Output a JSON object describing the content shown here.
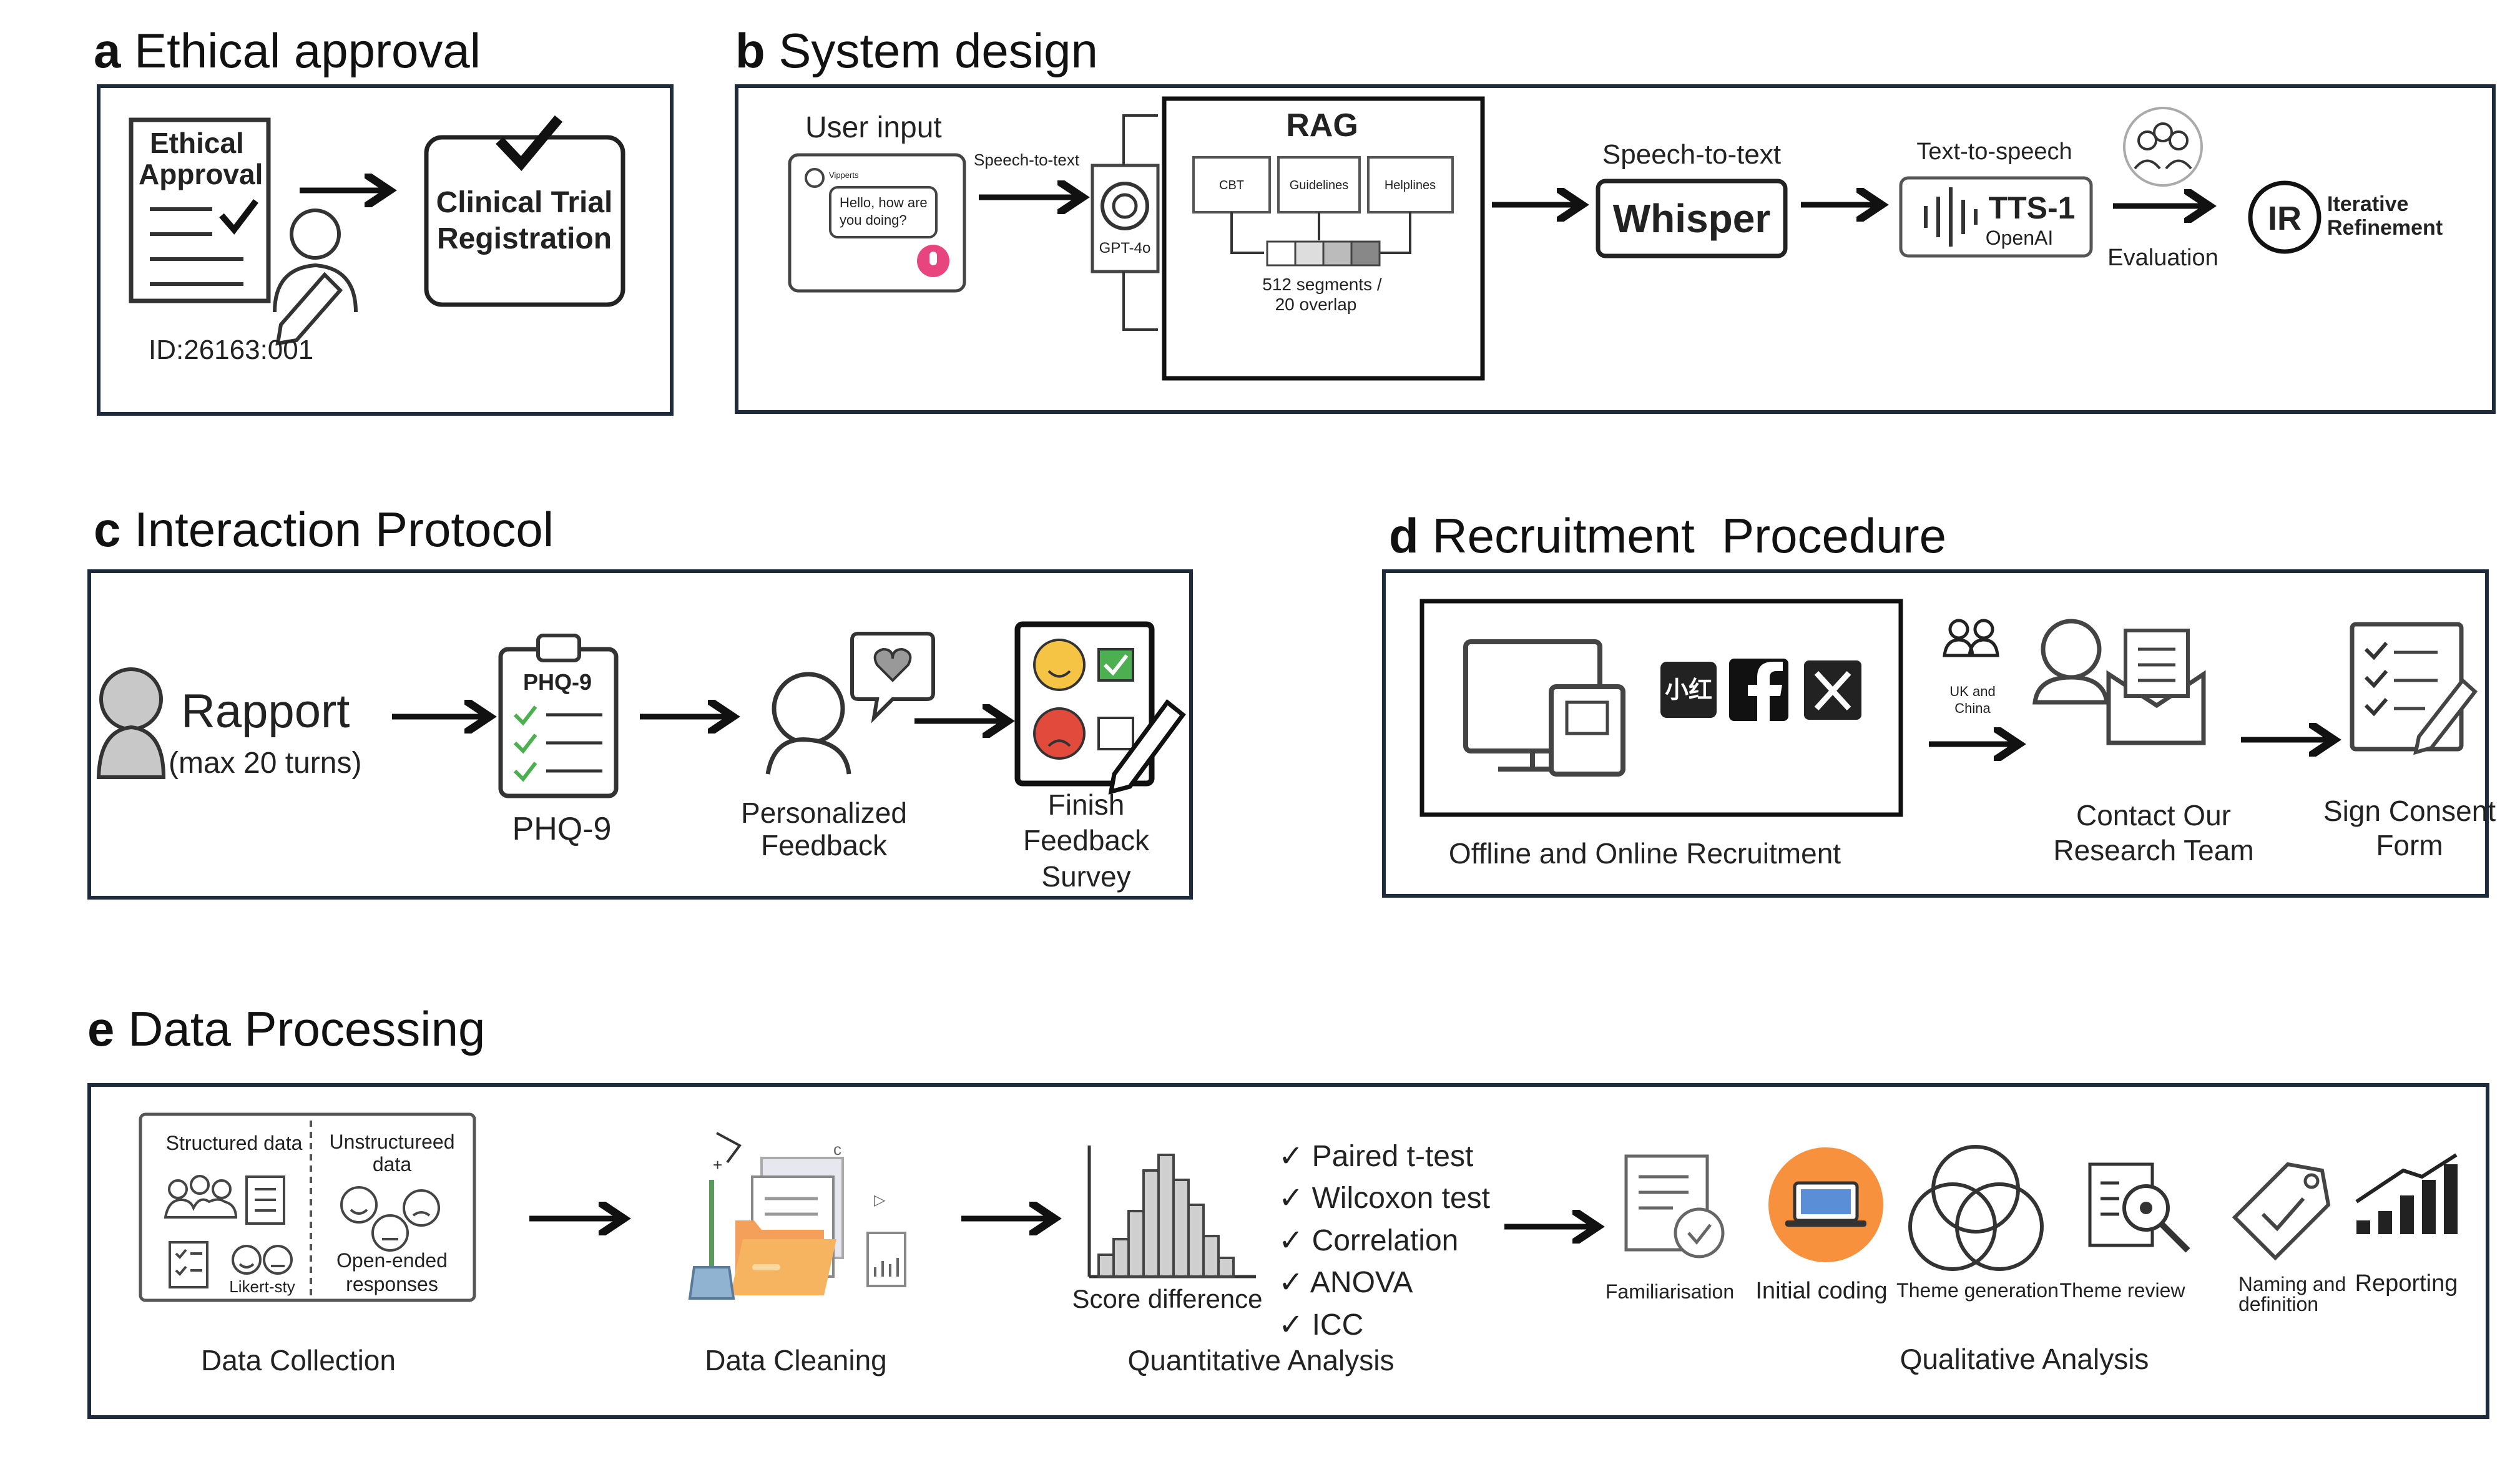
{
  "panels": {
    "a": {
      "letter": "a",
      "title": "Ethical approval",
      "ethical_approval_line1": "Ethical",
      "ethical_approval_line2": "Approval",
      "registration_line1": "Clinical Trial",
      "registration_line2": "Registration",
      "id": "ID:26163:001"
    },
    "b": {
      "letter": "b",
      "title": "System design",
      "user_input": "User input",
      "chat_sender": "Vipperts",
      "chat_message_line1": "Hello, how are",
      "chat_message_line2": "you doing?",
      "speech_to_text_small": "Speech-to-text",
      "gpt": "GPT-4o",
      "rag": "RAG",
      "rag_sources": [
        "CBT",
        "Guidelines",
        "Helplines"
      ],
      "segments_line1": "512 segments /",
      "segments_line2": "20 overlap",
      "speech_to_text": "Speech-to-text",
      "whisper": "Whisper",
      "text_to_speech": "Text-to-speech",
      "tts": "TTS-1",
      "openai": "OpenAI",
      "evaluation": "Evaluation",
      "ir": "IR",
      "iterative_line1": "Iterative",
      "iterative_line2": "Refinement"
    },
    "c": {
      "letter": "c",
      "title": "Interaction Protocol",
      "rapport": "Rapport",
      "max_turns": "(max 20 turns)",
      "phq_clip": "PHQ-9",
      "phq_label": "PHQ-9",
      "feedback_line1": "Personalized",
      "feedback_line2": "Feedback",
      "survey_line1": "Finish",
      "survey_line2": "Feedback",
      "survey_line3": "Survey"
    },
    "d": {
      "letter": "d",
      "title": "Recruitment  Procedure",
      "xiaohongshu": "小红",
      "recruitment": "Offline and Online Recruitment",
      "uk_line1": "UK and",
      "uk_line2": "China",
      "contact_line1": "Contact Our",
      "contact_line2": "Research Team",
      "consent_line1": "Sign Consent",
      "consent_line2": "Form"
    },
    "e": {
      "letter": "e",
      "title": "Data Processing",
      "structured": "Structured data",
      "unstructured_line1": "Unstructureed",
      "unstructured_line2": "data",
      "likert": "Likert-sty",
      "open_ended_line1": "Open-ended",
      "open_ended_line2": "responses",
      "data_collection": "Data Collection",
      "data_cleaning": "Data Cleaning",
      "score_difference": "Score difference",
      "tests": [
        "Paired t-test",
        "Wilcoxon test",
        "Correlation",
        "ANOVA",
        "ICC"
      ],
      "quantitative": "Quantitative Analysis",
      "qual_steps": [
        "Familiarisation",
        "Initial coding",
        "Theme generation",
        "Theme review",
        "Naming and",
        "definition",
        "Reporting"
      ],
      "qualitative": "Qualitative Analysis"
    }
  },
  "colors": {
    "frame": "#1e2b3c",
    "accent_orange": "#f5a05a",
    "coding_orange": "#f7913d",
    "smiley_yellow": "#f6c445",
    "frown_red": "#e24a3b",
    "check_green": "#4caf50",
    "mic_pink": "#e8457f"
  }
}
